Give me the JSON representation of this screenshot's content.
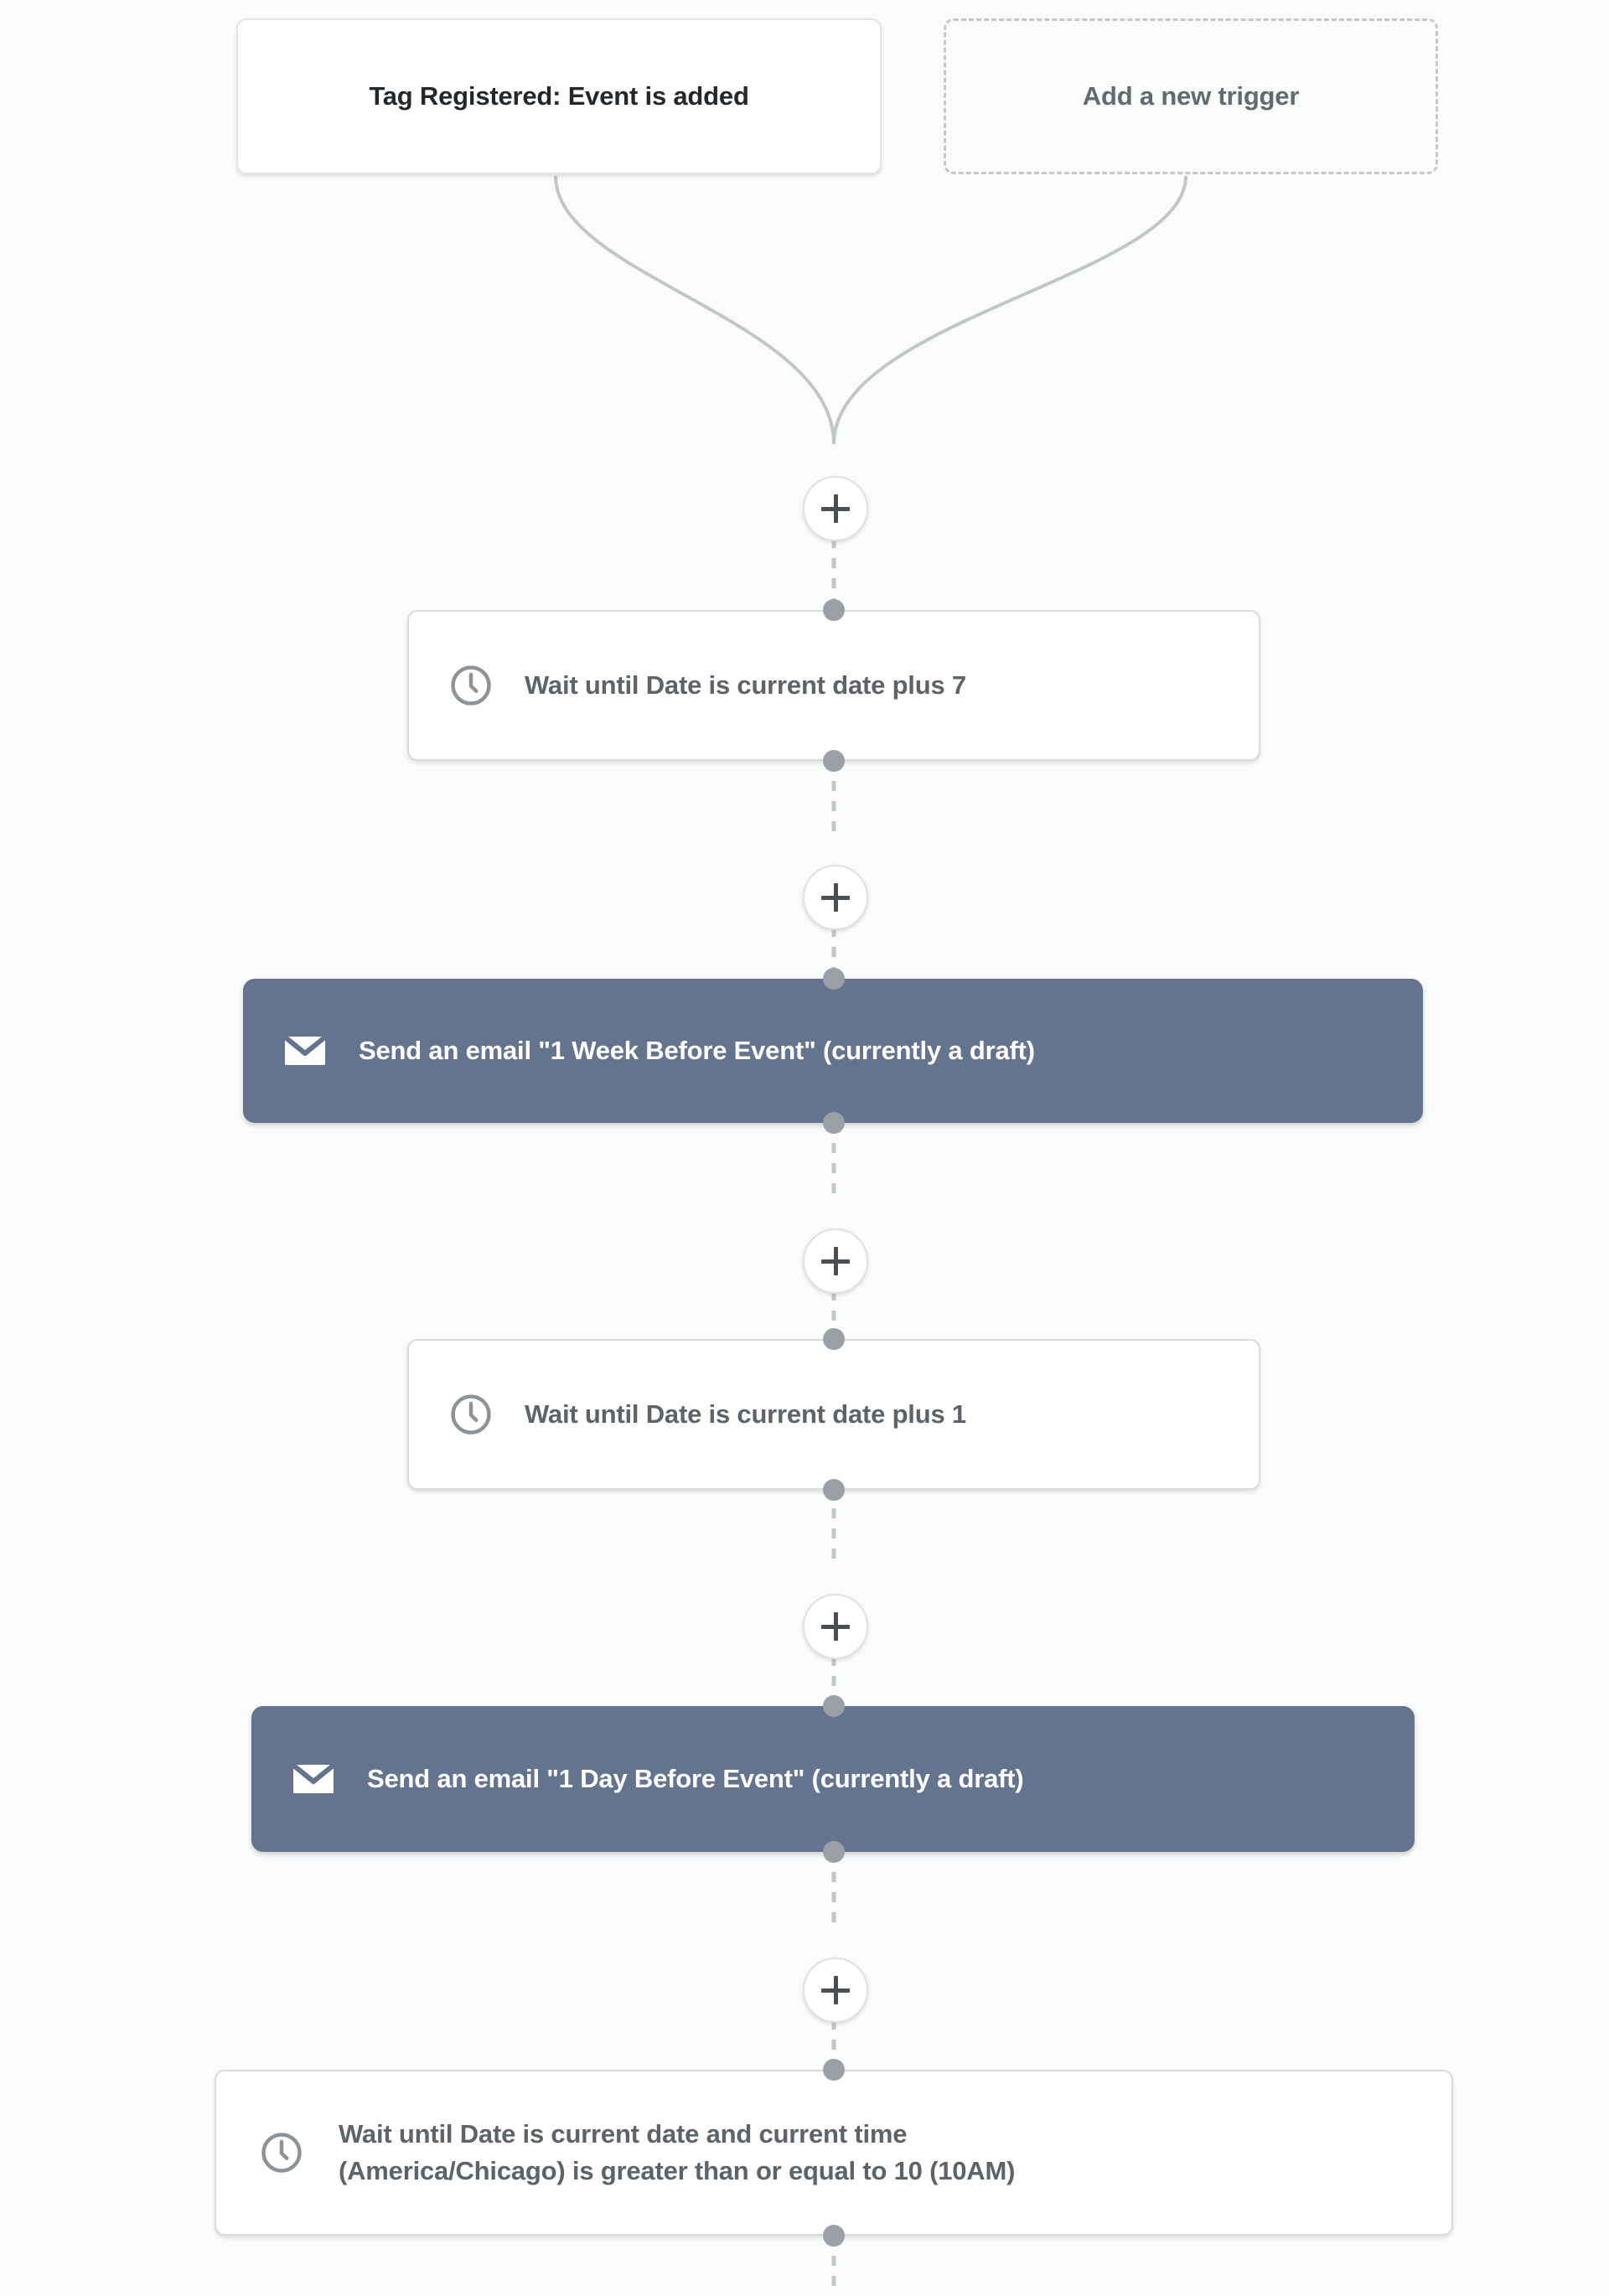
{
  "canvas": {
    "background_color": "#fafbfb",
    "title": "Marketing automation workflow canvas"
  },
  "colors": {
    "canvas_background": "#fafbfb",
    "card_background": "#ffffff",
    "card_border": "#e2e4e6",
    "placeholder_border": "#c5c8cb",
    "email_step_fill": "#64748f",
    "email_step_text": "#ffffff",
    "wait_step_text": "#5d6368",
    "trigger_text": "#23282d",
    "connector_line": "#c3c6c9",
    "connector_dot": "#9aa0a6",
    "plus_glyph": "#4a4f54"
  },
  "triggers": [
    {
      "id": "trigger-tag-registered",
      "label": "Tag Registered: Event is added",
      "type": "trigger",
      "style": "solid"
    },
    {
      "id": "trigger-add-new",
      "label": "Add a new trigger",
      "type": "placeholder",
      "style": "dashed"
    }
  ],
  "steps": [
    {
      "id": "step-wait-plus-7",
      "kind": "wait",
      "icon": "clock-icon",
      "label": "Wait until Date is current date plus 7",
      "lines": [
        "Wait until Date is current date plus 7"
      ]
    },
    {
      "id": "step-email-1-week",
      "kind": "email",
      "icon": "mail-icon",
      "label": "Send an email \"1 Week Before Event\" (currently a draft)",
      "lines": [
        "Send an email \"1 Week Before Event\" (currently a draft)"
      ]
    },
    {
      "id": "step-wait-plus-1",
      "kind": "wait",
      "icon": "clock-icon",
      "label": "Wait until Date is current date plus 1",
      "lines": [
        "Wait until Date is current date plus 1"
      ]
    },
    {
      "id": "step-email-1-day",
      "kind": "email",
      "icon": "mail-icon",
      "label": "Send an email \"1 Day Before Event\" (currently a draft)",
      "lines": [
        "Send an email \"1 Day Before Event\" (currently a draft)"
      ]
    },
    {
      "id": "step-wait-time-10am",
      "kind": "wait",
      "icon": "clock-icon",
      "label": "Wait until Date is current date and current time (America/Chicago) is greater than or equal to 10 (10AM)",
      "lines": [
        "Wait until Date is current date and current time",
        "(America/Chicago) is greater than or equal to 10 (10AM)"
      ]
    }
  ],
  "add_buttons": [
    {
      "id": "add-step-after-triggers",
      "label": "+",
      "icon": "plus-icon"
    },
    {
      "id": "add-step-after-wait-7",
      "label": "+",
      "icon": "plus-icon"
    },
    {
      "id": "add-step-after-email-week",
      "label": "+",
      "icon": "plus-icon"
    },
    {
      "id": "add-step-after-wait-1",
      "label": "+",
      "icon": "plus-icon"
    },
    {
      "id": "add-step-after-email-day",
      "label": "+",
      "icon": "plus-icon"
    }
  ]
}
